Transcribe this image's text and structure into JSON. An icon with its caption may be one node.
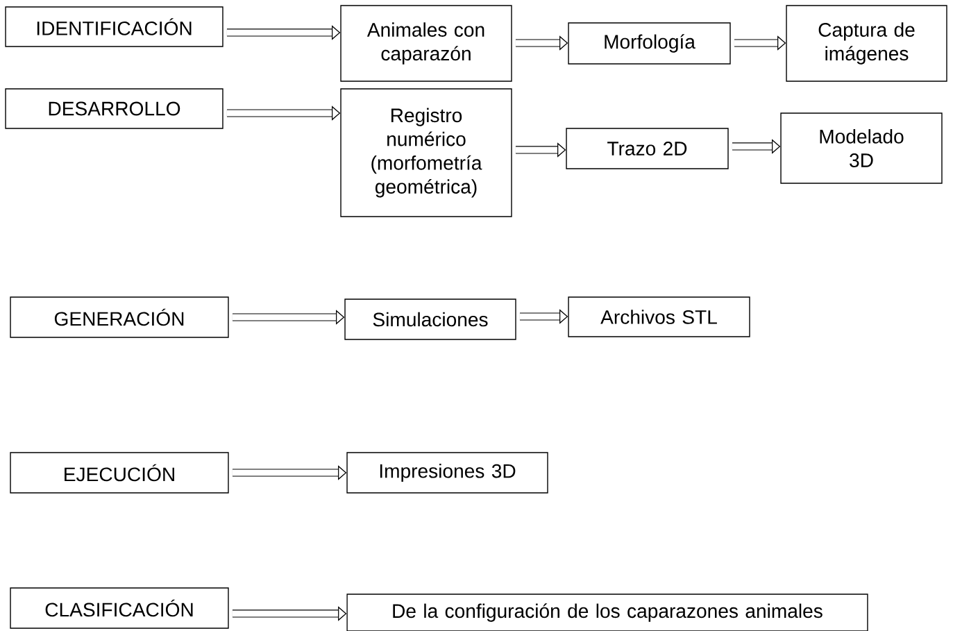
{
  "diagram": {
    "nodes": [
      {
        "text": [
          "IDENTIFICACIÓN"
        ]
      },
      {
        "text": [
          "Animales con caparazón"
        ]
      },
      {
        "text": [
          "Morfología"
        ]
      },
      {
        "text": [
          "Captura de imágenes"
        ]
      },
      {
        "text": [
          "DESARROLLO"
        ]
      },
      {
        "text": [
          "Registro numérico (morfometría geométrica)"
        ]
      },
      {
        "text": [
          "Trazo 2D"
        ]
      },
      {
        "text": [
          "Modelado 3D"
        ]
      },
      {
        "text": [
          "GENERACIÓN"
        ]
      },
      {
        "text": [
          "Simulaciones"
        ]
      },
      {
        "text": [
          "Archivos STL"
        ]
      },
      {
        "text": [
          "EJECUCIÓN"
        ]
      },
      {
        "text": [
          "Impresiones 3D"
        ]
      },
      {
        "text": [
          "CLASIFICACIÓN"
        ]
      },
      {
        "text": [
          "De la configuración de los caparazones animales"
        ]
      }
    ],
    "edges": [
      {
        "from": 0,
        "to": 1,
        "arrow": "to"
      },
      {
        "from": 1,
        "to": 2,
        "arrow": "to"
      },
      {
        "from": 2,
        "to": 3,
        "arrow": "to"
      },
      {
        "from": 4,
        "to": 5,
        "arrow": "to"
      },
      {
        "from": 5,
        "to": 6,
        "arrow": "to"
      },
      {
        "from": 6,
        "to": 7,
        "arrow": "to"
      },
      {
        "from": 8,
        "to": 9,
        "arrow": "to"
      },
      {
        "from": 9,
        "to": 10,
        "arrow": "to"
      },
      {
        "from": 11,
        "to": 12,
        "arrow": "to"
      },
      {
        "from": 13,
        "to": 14,
        "arrow": "to"
      }
    ]
  }
}
